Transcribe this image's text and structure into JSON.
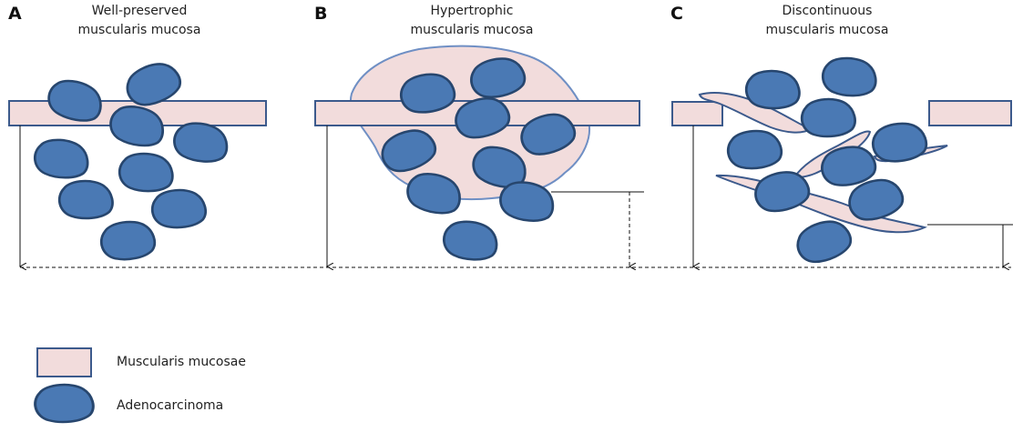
{
  "panels": [
    {
      "letter": "A",
      "title_line1": "Well-preserved",
      "title_line2": "muscularis mucosa"
    },
    {
      "letter": "B",
      "title_line1": "Hypertrophic",
      "title_line2": "muscularis mucosa"
    },
    {
      "letter": "C",
      "title_line1": "Discontinuous",
      "title_line2": "muscularis mucosa"
    }
  ],
  "legend": {
    "muscularis_label": "Muscularis mucosae",
    "adenocarcinoma_label": "Adenocarcinoma"
  },
  "colors": {
    "muscle_fill": "#f2dcdc",
    "muscle_stroke": "#3c5a8c",
    "tumor_fill": "#4a79b4",
    "tumor_stroke": "#27466e",
    "hyper_fill": "#f2dcdc",
    "hyper_stroke": "#6f8fc4",
    "line": "#111111"
  }
}
